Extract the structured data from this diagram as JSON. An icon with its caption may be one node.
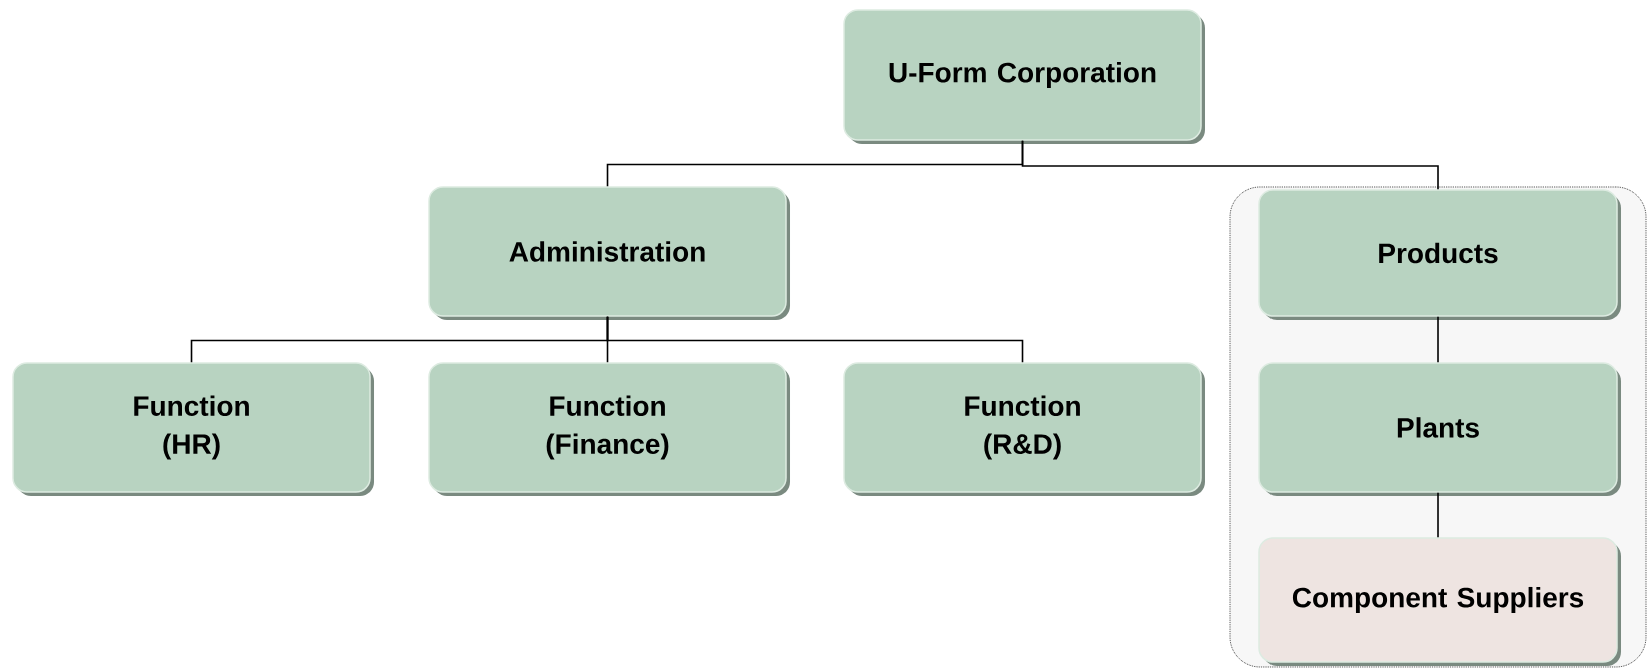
{
  "diagram": {
    "nodes": [
      {
        "text": [
          "U-Form Corporation"
        ]
      },
      {
        "text": [
          "Administration"
        ]
      },
      {
        "text": [],
        "shape": "box"
      },
      {
        "text": [
          "Products"
        ],
        "in": 2
      },
      {
        "text": [
          "Function (HR)"
        ]
      },
      {
        "text": [
          "Function (Finance)"
        ]
      },
      {
        "text": [
          "Function (R&D)"
        ]
      },
      {
        "text": [
          "Plants"
        ],
        "in": 2
      },
      {
        "text": [
          "Component Suppliers"
        ],
        "in": 2
      }
    ],
    "edges": [
      {
        "from": 0,
        "to": 1,
        "arrow": "none"
      },
      {
        "from": 0,
        "to": 3,
        "arrow": "none"
      },
      {
        "from": 1,
        "to": 4,
        "arrow": "none"
      },
      {
        "from": 1,
        "to": 5,
        "arrow": "none"
      },
      {
        "from": 1,
        "to": 6,
        "arrow": "none"
      },
      {
        "from": 3,
        "to": 7,
        "arrow": "none"
      },
      {
        "from": 7,
        "to": 8,
        "arrow": "none"
      }
    ]
  }
}
